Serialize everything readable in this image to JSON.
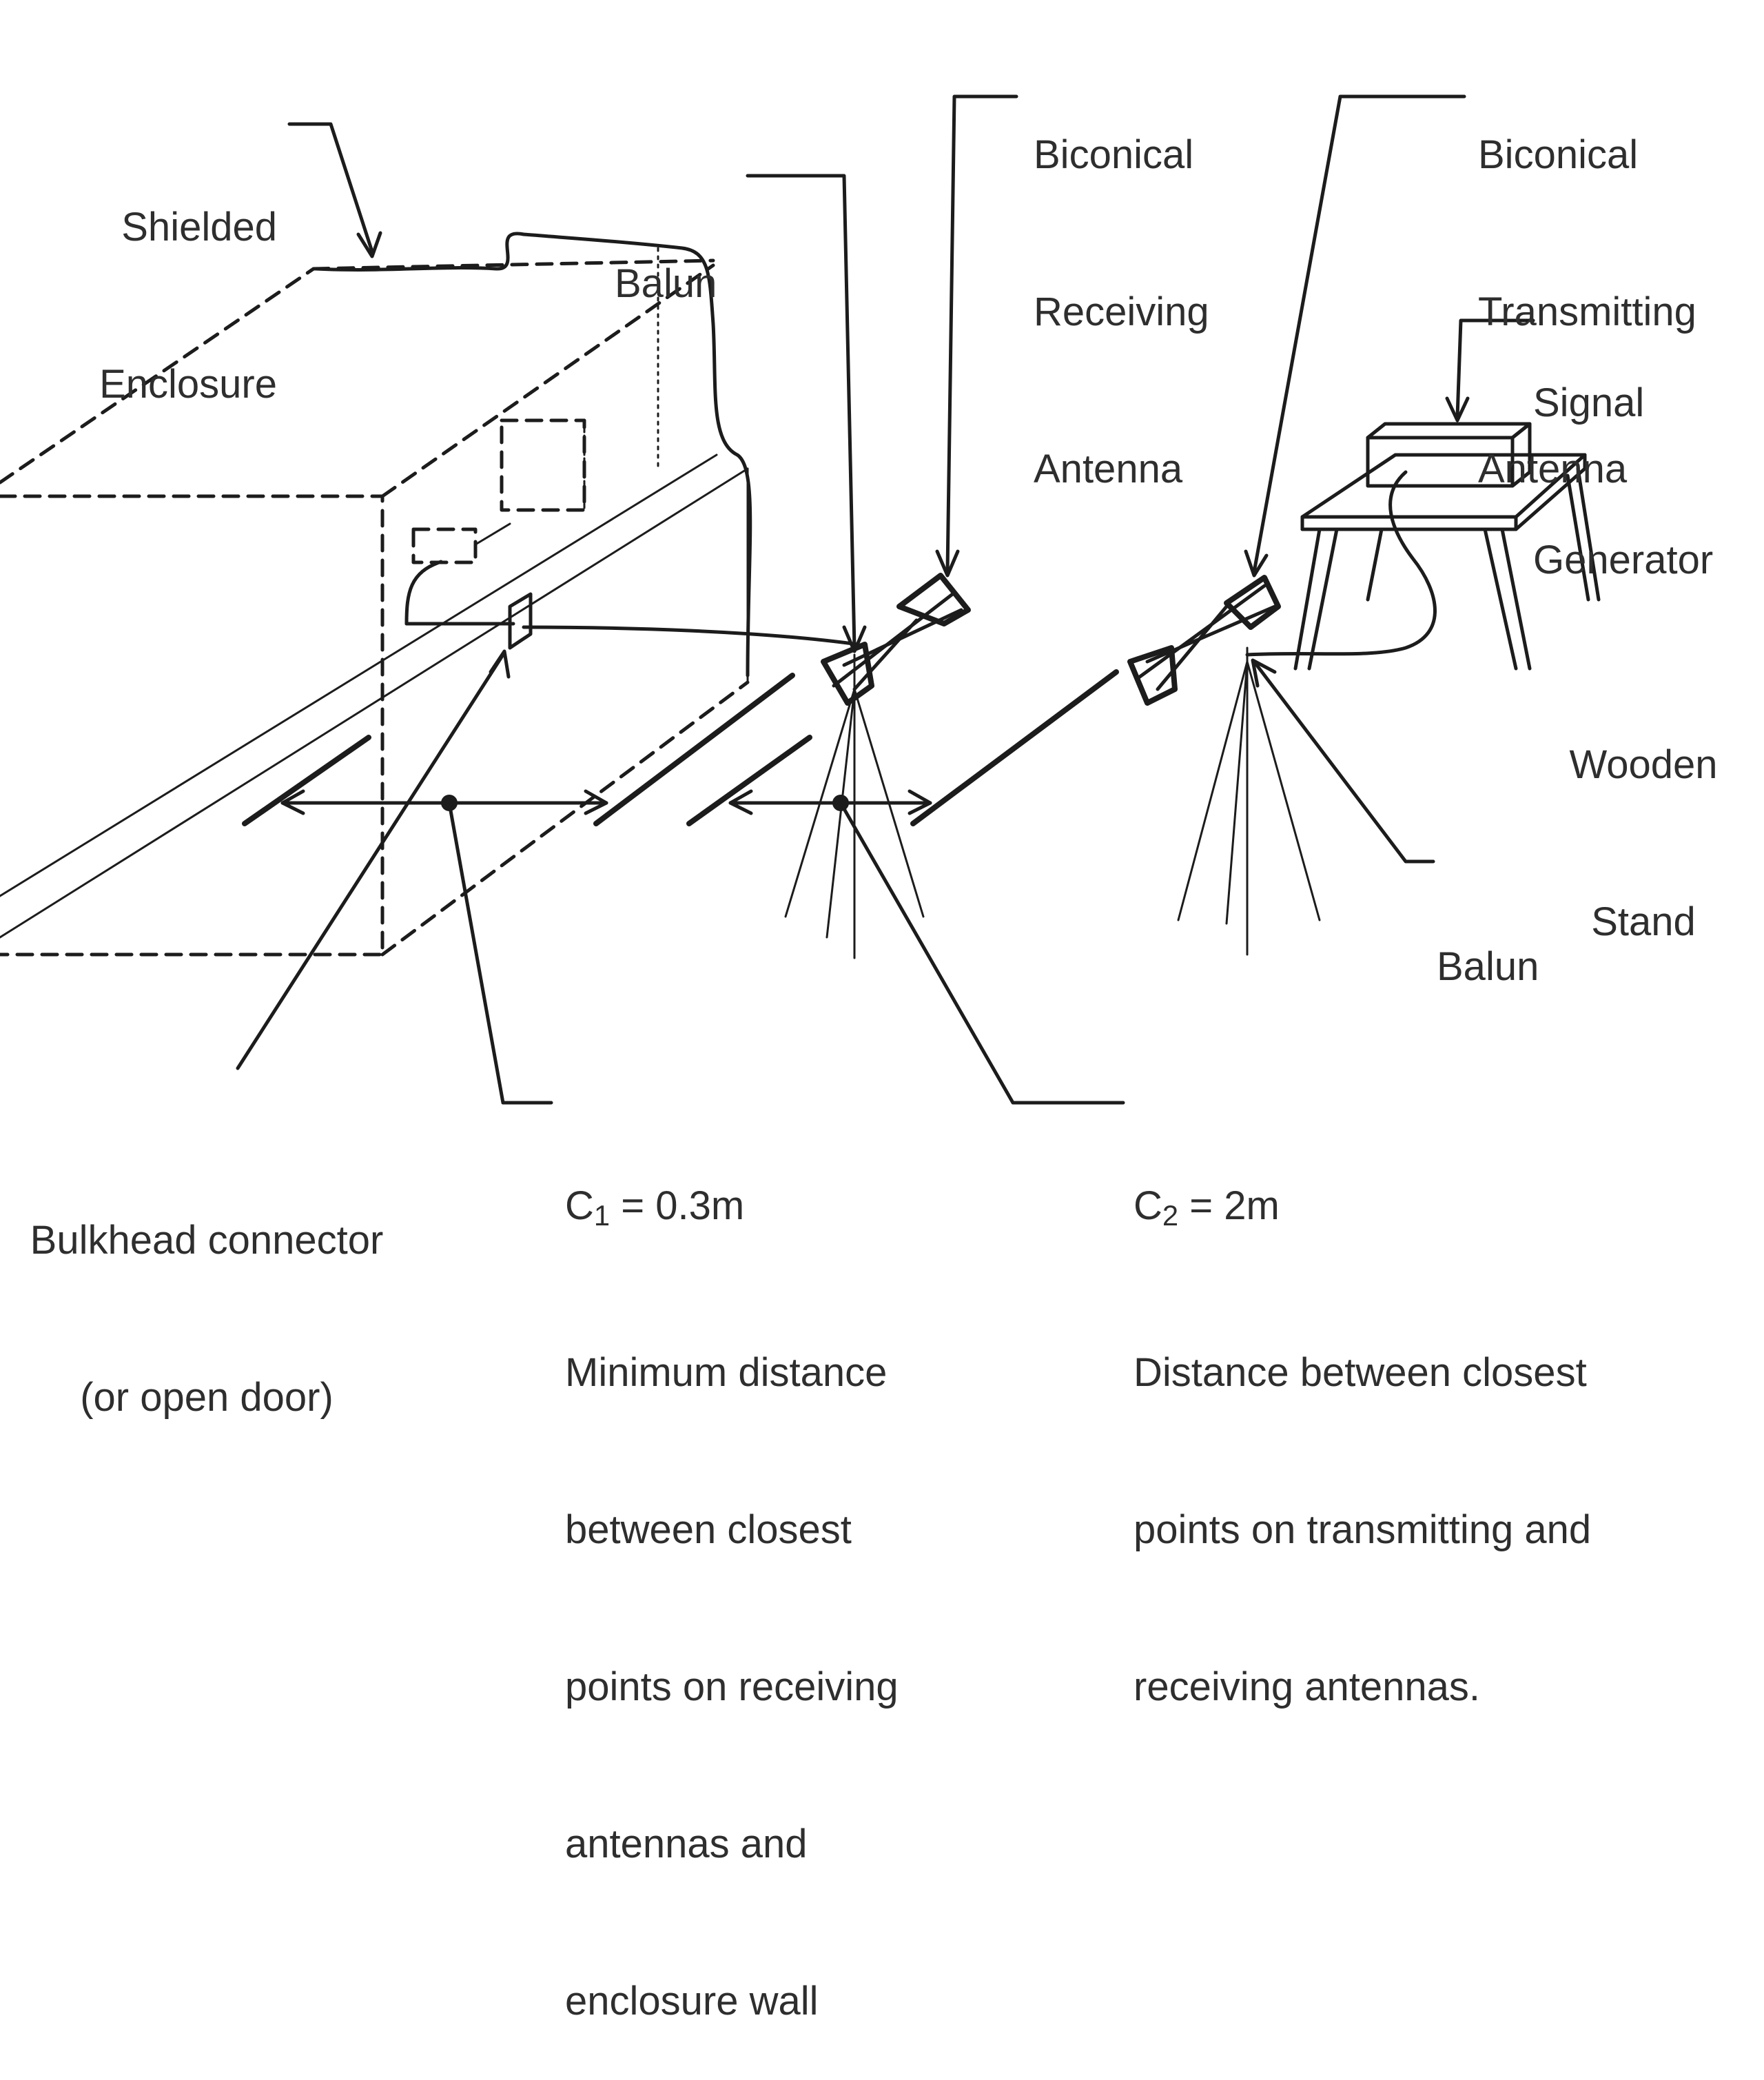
{
  "labels": {
    "shielded_enclosure": [
      "Shielded",
      "Enclosure"
    ],
    "balun_receiving": "Balun",
    "biconical_receiving": [
      "Biconical",
      "Receiving",
      "Antenna"
    ],
    "biconical_transmitting": [
      "Biconical",
      "Transmitting",
      "Antenna"
    ],
    "signal_generator": [
      "Signal",
      "Generator"
    ],
    "wooden_stand": [
      "Wooden",
      "Stand"
    ],
    "balun_transmitting": "Balun",
    "bulkhead_connector": [
      "Bulkhead connector",
      "(or open door)"
    ],
    "c1": {
      "symbol": "C",
      "subscript": "1",
      "value": " = 0.3m",
      "description": [
        "Minimum distance",
        "between closest",
        "points on receiving",
        "antennas and",
        "enclosure wall"
      ]
    },
    "c2": {
      "symbol": "C",
      "subscript": "2",
      "value": " = 2m",
      "description": [
        "Distance between closest",
        "points on transmitting and",
        "receiving antennas."
      ]
    }
  }
}
